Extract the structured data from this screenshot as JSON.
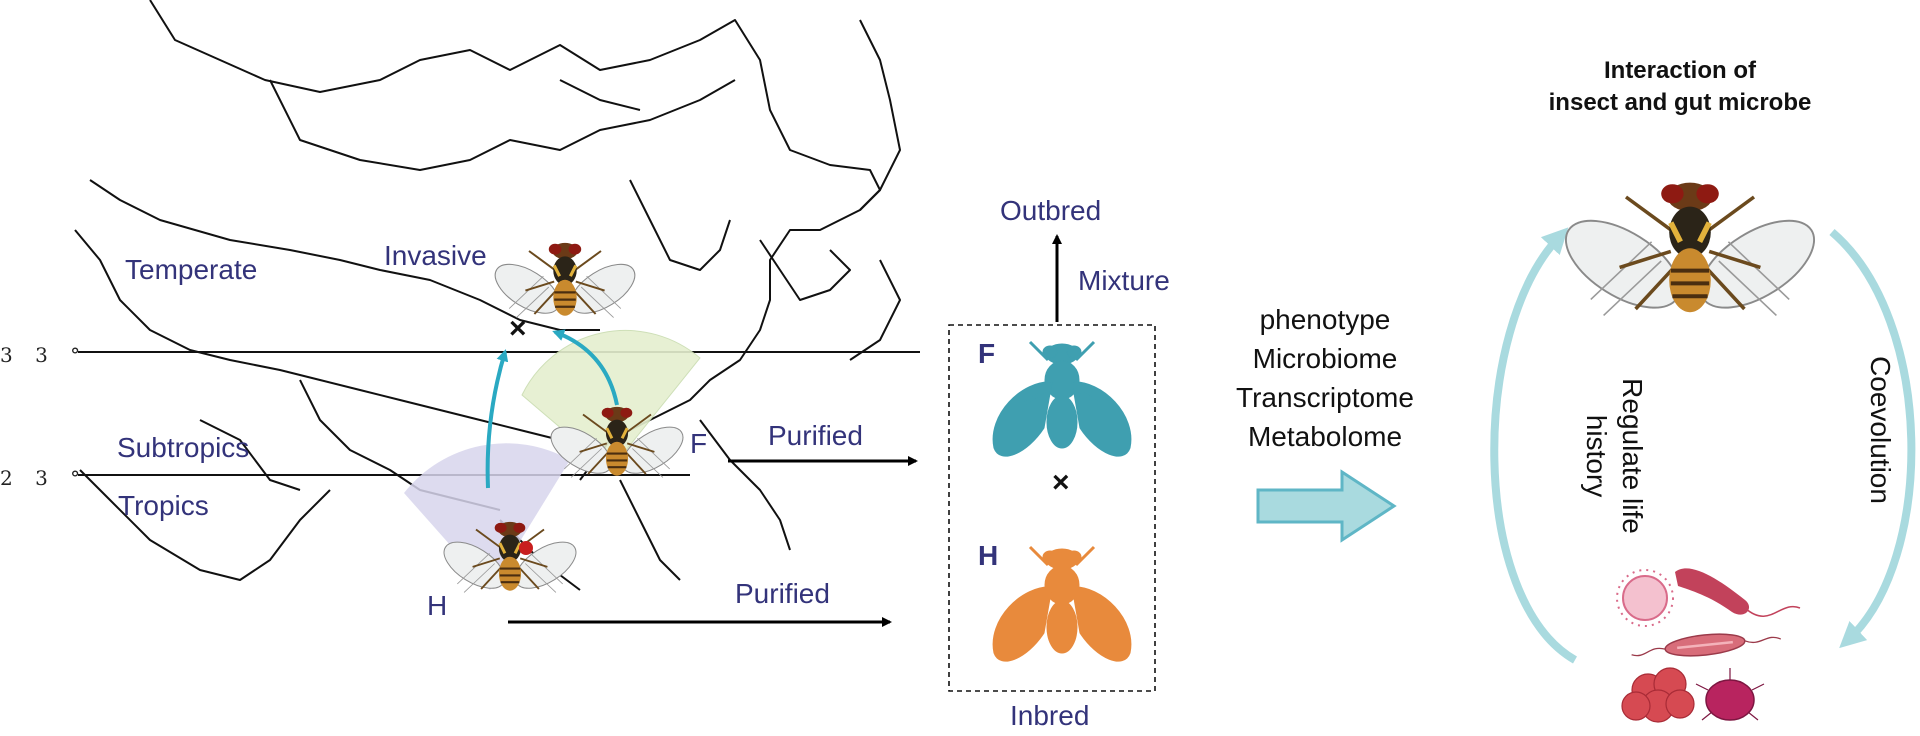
{
  "title": {
    "line1": "Interaction of",
    "line2": "insect and gut microbe"
  },
  "map": {
    "latitude_33": "3 3 °",
    "latitude_23": "2 3 °",
    "zones": {
      "temperate": "Temperate",
      "subtropics": "Subtropics",
      "tropics": "Tropics"
    },
    "invasive_label": "Invasive",
    "population_h": "H",
    "population_f": "F",
    "cross_symbol": "×"
  },
  "flow": {
    "purified_top": "Purified",
    "purified_bottom": "Purified",
    "inbred": "Inbred",
    "inbred_f": "F",
    "inbred_h": "H",
    "cross_symbol": "×",
    "mixture": "Mixture",
    "outbred": "Outbred"
  },
  "omics": [
    "phenotype",
    "Microbiome",
    "Transcriptome",
    "Metabolome"
  ],
  "cycle": {
    "left_line1": "Regulate life",
    "left_line2": "history",
    "right": "Coevolution"
  },
  "colors": {
    "orange": "#e88a3c",
    "teal": "#3f9fb0",
    "label_blue": "#33337a",
    "arrow_light": "#a9dadf"
  }
}
